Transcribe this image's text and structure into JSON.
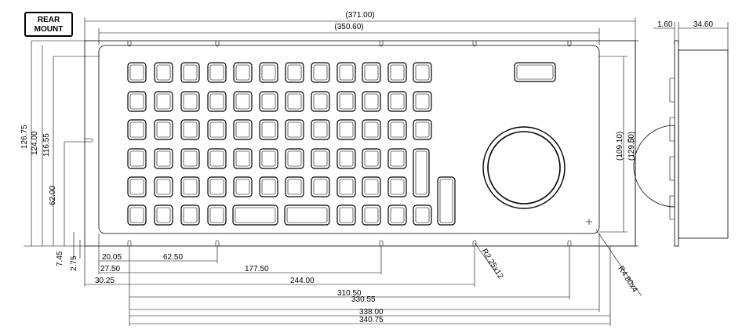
{
  "label": {
    "line1": "REAR",
    "line2": "MOUNT"
  },
  "top_dims": {
    "overall": "(371.00)",
    "holes": "(350.60)"
  },
  "side_view_dims": {
    "plate": "1.60",
    "depth": "34.60"
  },
  "left_dims": {
    "d1": "126.75",
    "d2": "124.00",
    "d3": "116.55",
    "d4": "62.00",
    "d5": "7.45",
    "d6": "2.75"
  },
  "right_dims": {
    "d1": "(109.10)",
    "d2": "(129.50)"
  },
  "bottom_dims": {
    "a": "20.05",
    "b": "62.50",
    "c": "27.50",
    "d": "177.50",
    "e": "30.25",
    "f": "244.00",
    "g": "310.50",
    "h": "330.55",
    "i": "338.00",
    "j": "340.75"
  },
  "radius_notes": {
    "slot": "R2.25x12",
    "corner": "R4.80x4"
  },
  "icons": [
    "trackball-icon",
    "plus-mark-icon"
  ]
}
